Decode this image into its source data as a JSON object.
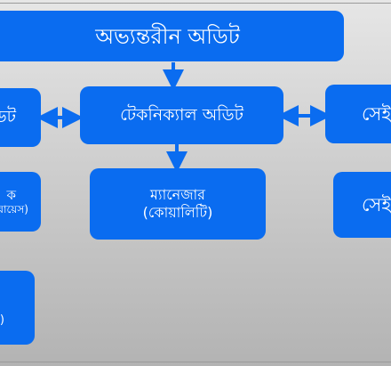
{
  "diagram": {
    "box_color": "#0a6cf0",
    "text_color": "#ffffff",
    "connector_color": "#0a6cf0",
    "nodes": {
      "internal_audit": {
        "label": "অভ্যন্তরীন অডিট"
      },
      "technical_audit": {
        "label": "টেকনিক্যাল অডিট"
      },
      "manager_quality": {
        "line1": "ম্যানেজার",
        "line2": "(কোয়ালিটি)"
      },
      "left_partial_top": {
        "label": "ডিট"
      },
      "left_partial_mid": {
        "line1": "ক",
        "line2": "রায়েস)"
      },
      "left_partial_bottom": {
        "line1": ")"
      },
      "right_partial_top": {
        "label": "সেই"
      },
      "right_partial_mid": {
        "label": "সেই"
      }
    }
  }
}
